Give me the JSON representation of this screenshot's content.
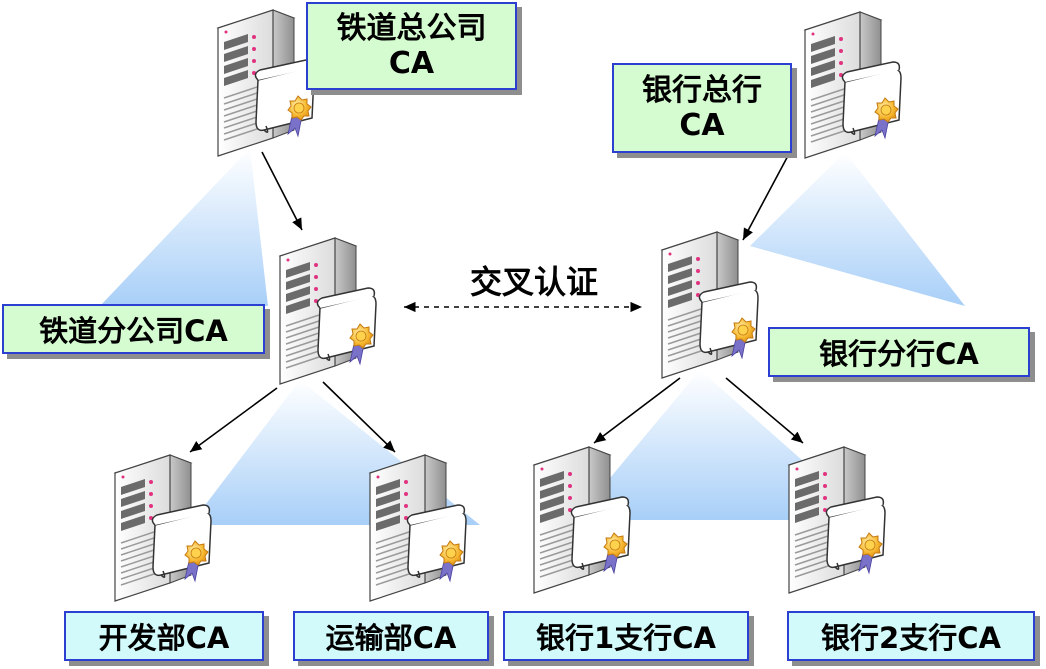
{
  "nodes": {
    "rail_hq": {
      "line1": "铁道总公司",
      "line2": "CA"
    },
    "bank_hq": {
      "line1": "银行总行",
      "line2": "CA"
    },
    "rail_branch": {
      "label": "铁道分公司CA"
    },
    "bank_branch": {
      "label": "银行分行CA"
    },
    "dev_dept": {
      "label": "开发部CA"
    },
    "transport_dept": {
      "label": "运输部CA"
    },
    "bank_sub1": {
      "label": "银行1支行CA"
    },
    "bank_sub2": {
      "label": "银行2支行CA"
    }
  },
  "cross_certification": {
    "label": "交叉认证"
  },
  "colors": {
    "label_green": "#d5fbd0",
    "label_cyan": "#d3fafb",
    "label_border": "#2b3fd0",
    "triangle": "#a8cff8",
    "server_body": "#f2f2f2",
    "server_led": "#e0337f",
    "seal": "#f1a21f"
  }
}
